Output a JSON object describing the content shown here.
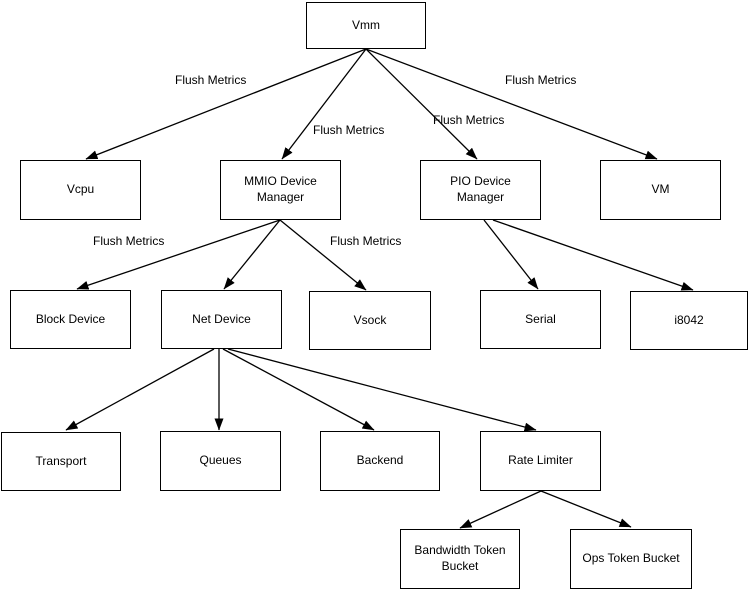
{
  "diagram": {
    "type": "flowchart",
    "colors": {
      "background": "#ffffff",
      "node_fill": "#ffffff",
      "node_border": "#000000",
      "edge_stroke": "#000000",
      "text": "#000000"
    },
    "nodes": {
      "vmm": {
        "label": "Vmm"
      },
      "vcpu": {
        "label": "Vcpu"
      },
      "mmio_device_manager": {
        "label": "MMIO Device Manager"
      },
      "pio_device_manager": {
        "label": "PIO Device Manager"
      },
      "vm": {
        "label": "VM"
      },
      "block_device": {
        "label": "Block Device"
      },
      "net_device": {
        "label": "Net Device"
      },
      "vsock": {
        "label": "Vsock"
      },
      "serial": {
        "label": "Serial"
      },
      "i8042": {
        "label": "i8042"
      },
      "transport": {
        "label": "Transport"
      },
      "queues": {
        "label": "Queues"
      },
      "backend": {
        "label": "Backend"
      },
      "rate_limiter": {
        "label": "Rate Limiter"
      },
      "bandwidth_token_bucket": {
        "label": "Bandwidth Token Bucket"
      },
      "ops_token_bucket": {
        "label": "Ops Token Bucket"
      }
    },
    "edges": [
      {
        "from": "Vmm",
        "to": "Vcpu",
        "label": "Flush Metrics"
      },
      {
        "from": "Vmm",
        "to": "MMIO Device Manager",
        "label": "Flush Metrics"
      },
      {
        "from": "Vmm",
        "to": "PIO Device Manager",
        "label": "Flush Metrics"
      },
      {
        "from": "Vmm",
        "to": "VM",
        "label": "Flush Metrics"
      },
      {
        "from": "MMIO Device Manager",
        "to": "Block Device",
        "label": "Flush Metrics"
      },
      {
        "from": "MMIO Device Manager",
        "to": "Net Device",
        "label": ""
      },
      {
        "from": "MMIO Device Manager",
        "to": "Vsock",
        "label": "Flush Metrics"
      },
      {
        "from": "PIO Device Manager",
        "to": "Serial",
        "label": ""
      },
      {
        "from": "PIO Device Manager",
        "to": "i8042",
        "label": ""
      },
      {
        "from": "Net Device",
        "to": "Transport",
        "label": ""
      },
      {
        "from": "Net Device",
        "to": "Queues",
        "label": ""
      },
      {
        "from": "Net Device",
        "to": "Backend",
        "label": ""
      },
      {
        "from": "Net Device",
        "to": "Rate Limiter",
        "label": ""
      },
      {
        "from": "Rate Limiter",
        "to": "Bandwidth Token Bucket",
        "label": ""
      },
      {
        "from": "Rate Limiter",
        "to": "Ops Token Bucket",
        "label": ""
      }
    ]
  }
}
